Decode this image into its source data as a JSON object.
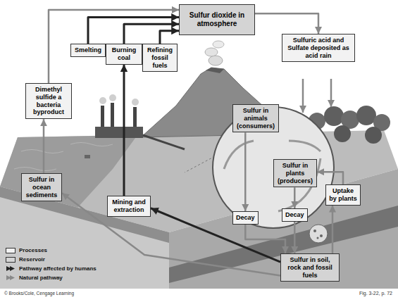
{
  "diagram": {
    "nodes": [
      {
        "text": [
          "Sulfur dioxide in atmosphere"
        ]
      },
      {
        "text": [
          "Sulfuric acid and Sulfate deposited as acid rain"
        ]
      },
      {
        "text": [
          "Smelting"
        ]
      },
      {
        "text": [
          "Burning coal"
        ]
      },
      {
        "text": [
          "Refining fossil fuels"
        ]
      },
      {
        "text": [
          "Dimethyl sulfide a bacteria byproduct"
        ]
      },
      {
        "text": [
          "Sulfur in animals (consumers)"
        ]
      },
      {
        "text": [
          "Sulfur in plants (producers)"
        ]
      },
      {
        "text": [
          "Uptake by plants"
        ]
      },
      {
        "text": [
          "Mining and extraction"
        ]
      },
      {
        "text": [
          "Decay"
        ]
      },
      {
        "text": [
          "Decay"
        ]
      },
      {
        "text": [
          "Sulfur in ocean sediments"
        ]
      },
      {
        "text": [
          "Sulfur in soil, rock and fossil fuels"
        ]
      }
    ],
    "edges": [
      {
        "from": 2,
        "to": 0,
        "arrow": "to"
      },
      {
        "from": 3,
        "to": 0,
        "arrow": "to"
      },
      {
        "from": 4,
        "to": 0,
        "arrow": "to"
      },
      {
        "from": 5,
        "to": 0,
        "arrow": "to"
      },
      {
        "from": 0,
        "to": 1,
        "arrow": "to"
      },
      {
        "from": 12,
        "to": 5,
        "arrow": "to"
      },
      {
        "from": 13,
        "to": 12,
        "arrow": "to"
      },
      {
        "from": 13,
        "to": 9,
        "arrow": "to"
      },
      {
        "from": 9,
        "to": 3,
        "arrow": "to"
      },
      {
        "from": 13,
        "to": 8,
        "arrow": "to"
      },
      {
        "from": 8,
        "to": 7,
        "arrow": "to"
      },
      {
        "from": 6,
        "to": 10,
        "arrow": "to"
      },
      {
        "from": 10,
        "to": 13,
        "arrow": "to"
      },
      {
        "from": 7,
        "to": 11,
        "arrow": "to"
      },
      {
        "from": 11,
        "to": 13,
        "arrow": "to"
      }
    ],
    "labels": [
      "© Brooks/Cole, Cengage Learning",
      "Fig. 3-22, p. 72"
    ],
    "legend": [
      {
        "text": "Processes",
        "color": "#f2f2f2"
      },
      {
        "text": "Reservoir",
        "color": "#d4d4d4"
      },
      {
        "text": "Pathway affected by humans"
      },
      {
        "text": "Natural pathway"
      }
    ]
  }
}
